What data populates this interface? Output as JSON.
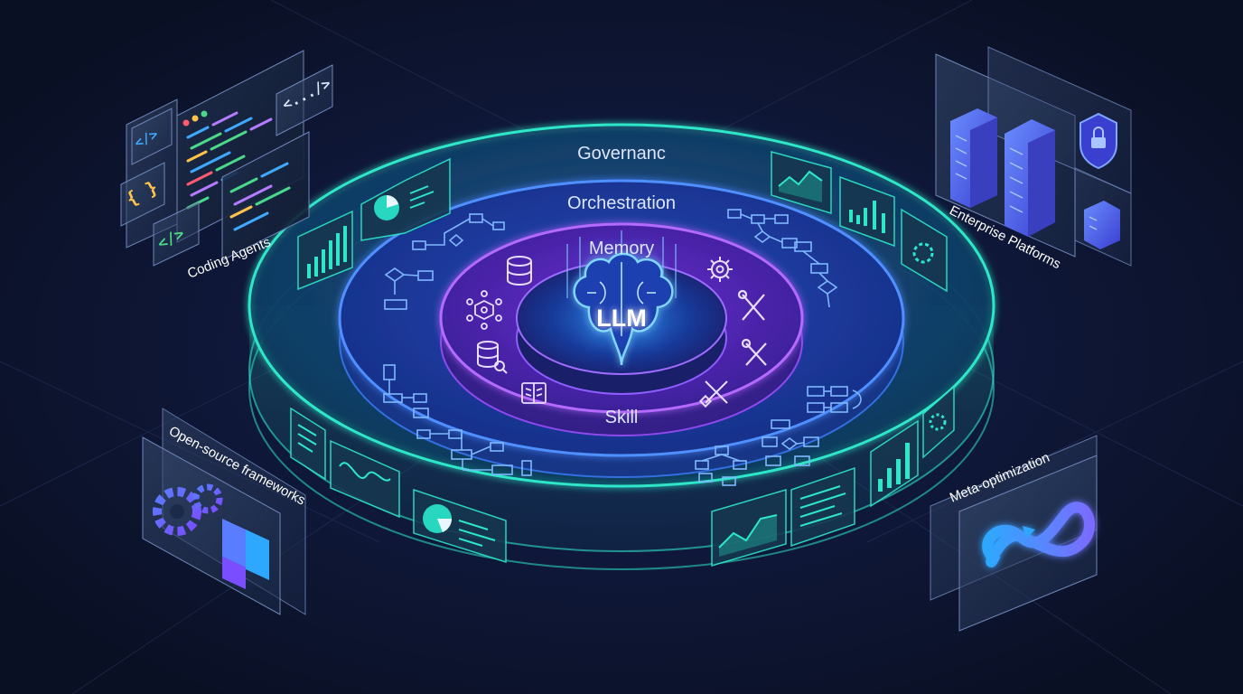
{
  "diagram": {
    "rings": {
      "governance": "Governanc",
      "orchestration": "Orchestration",
      "memory": "Memory",
      "skill": "Skill"
    },
    "core": "LLM",
    "panels": {
      "coding_agents": "Coding Agents",
      "enterprise_platforms": "Enterprise Platforms",
      "open_source_frameworks": "Open-source frameworks",
      "meta_optimization": "Meta-optimization"
    },
    "code_glyphs": {
      "close_tag": "</>",
      "tag_ellipsis": "<.../>",
      "braces": "{ }"
    },
    "colors": {
      "background": "#0a1024",
      "governance_ring": "#2ee6c8",
      "orchestration_ring": "#3b7dff",
      "memory_ring": "#a24dff",
      "core_glow": "#3fa9ff"
    }
  }
}
